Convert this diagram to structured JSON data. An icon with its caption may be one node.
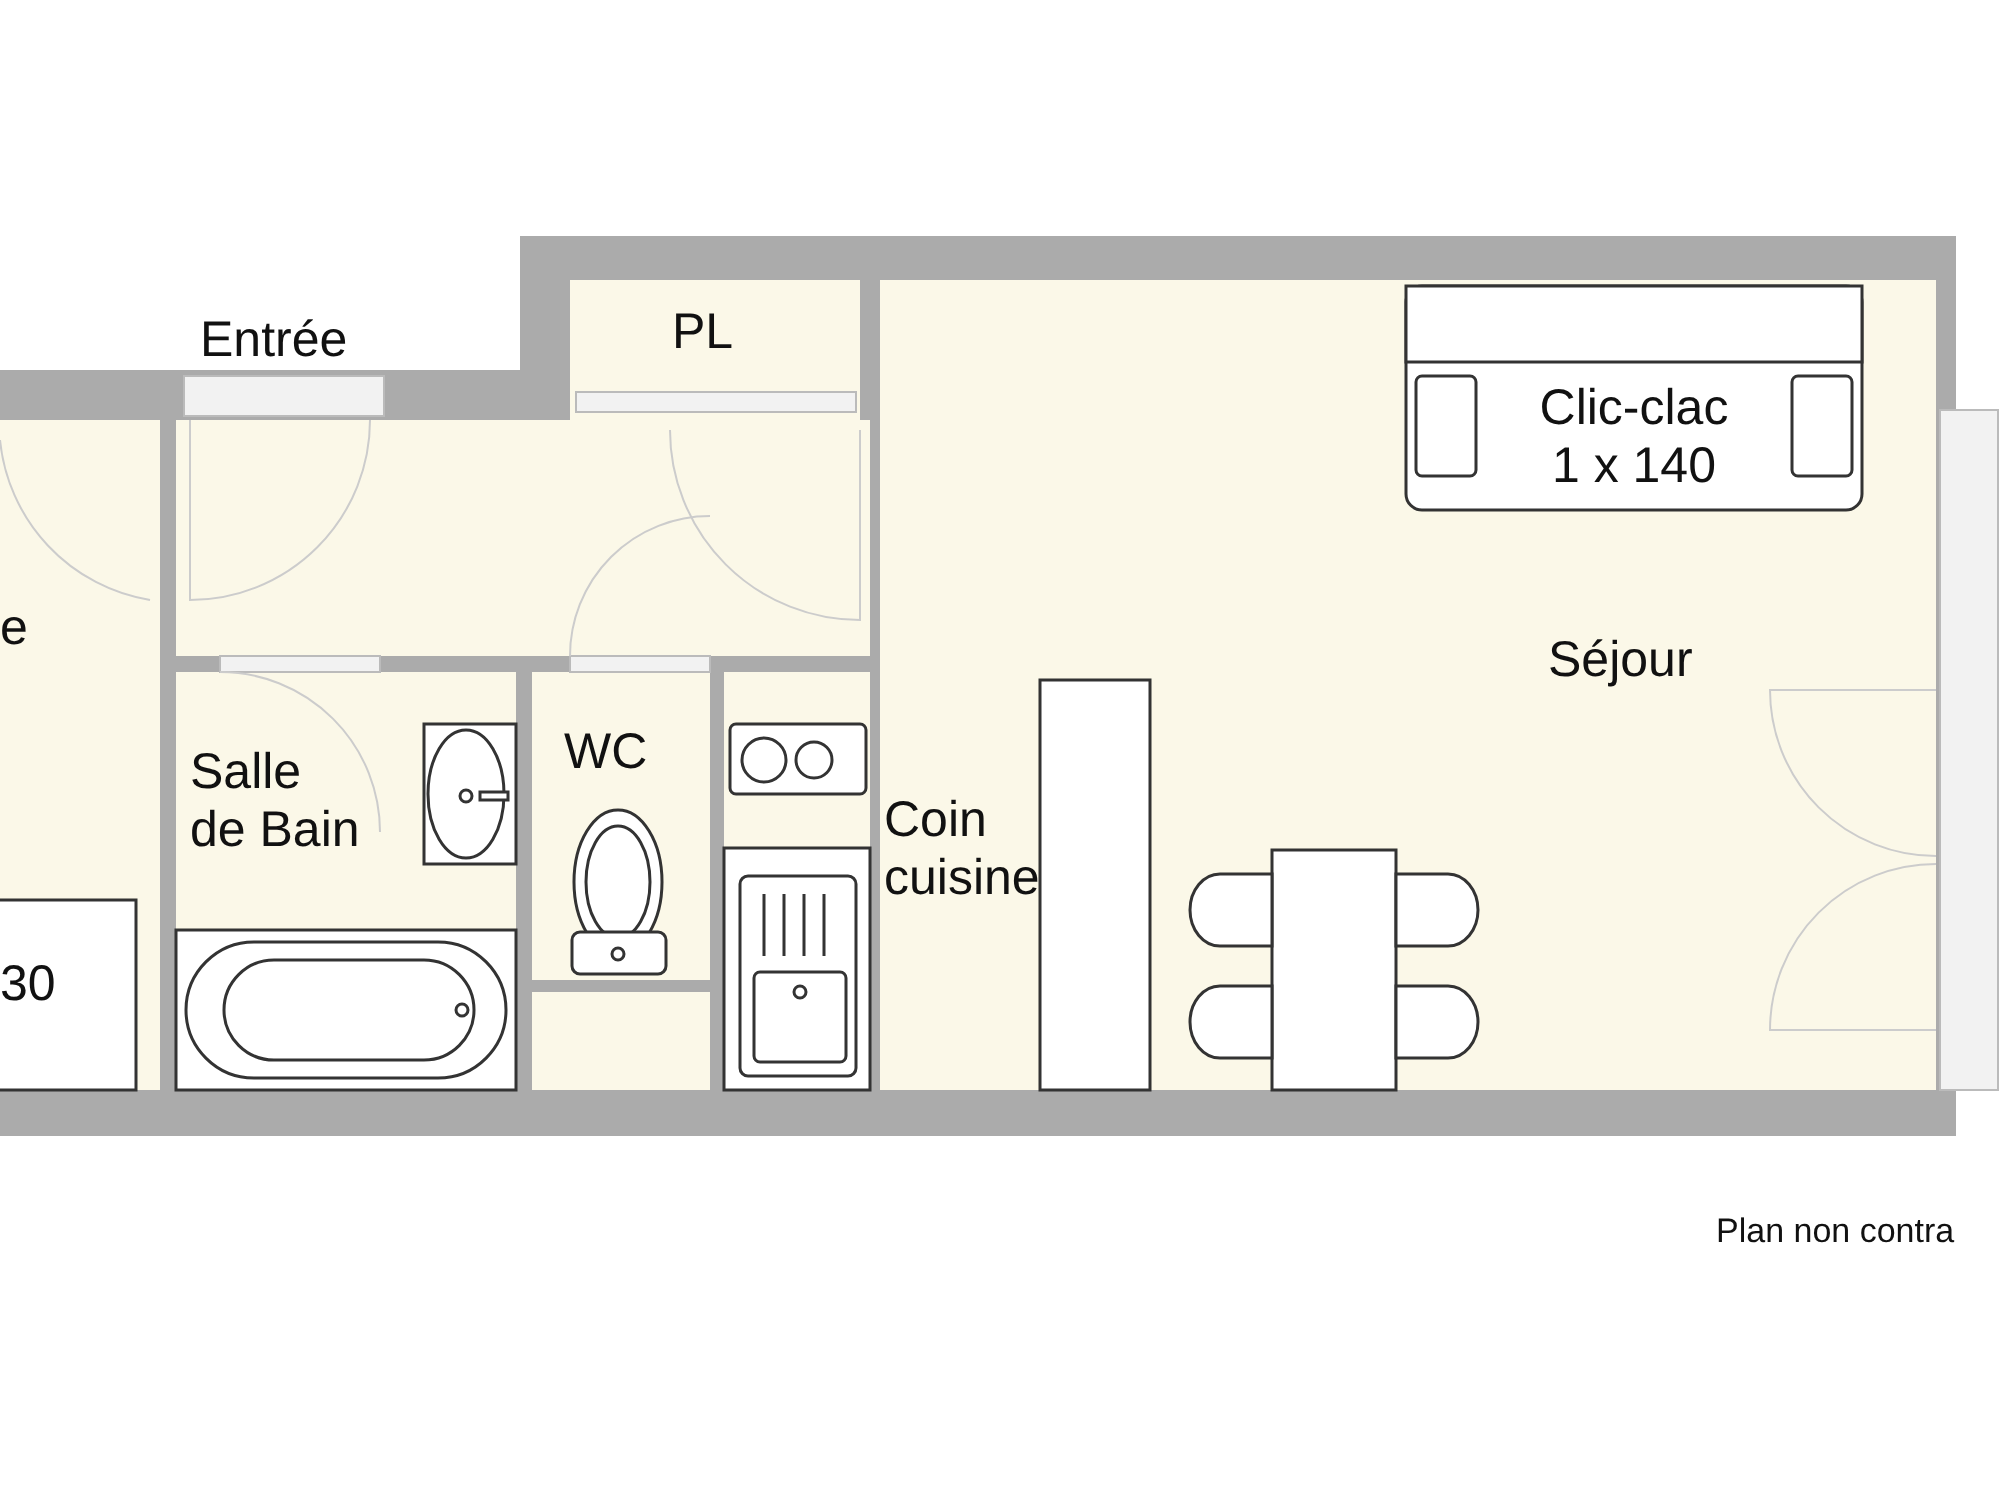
{
  "diagram": {
    "labels": [
      "PL",
      "Entrée",
      "Clic-clac 1 x 140",
      "e",
      "Séjour",
      "WC",
      "Salle de Bain",
      "Coin cuisine",
      "30",
      "Plan non contra"
    ]
  }
}
